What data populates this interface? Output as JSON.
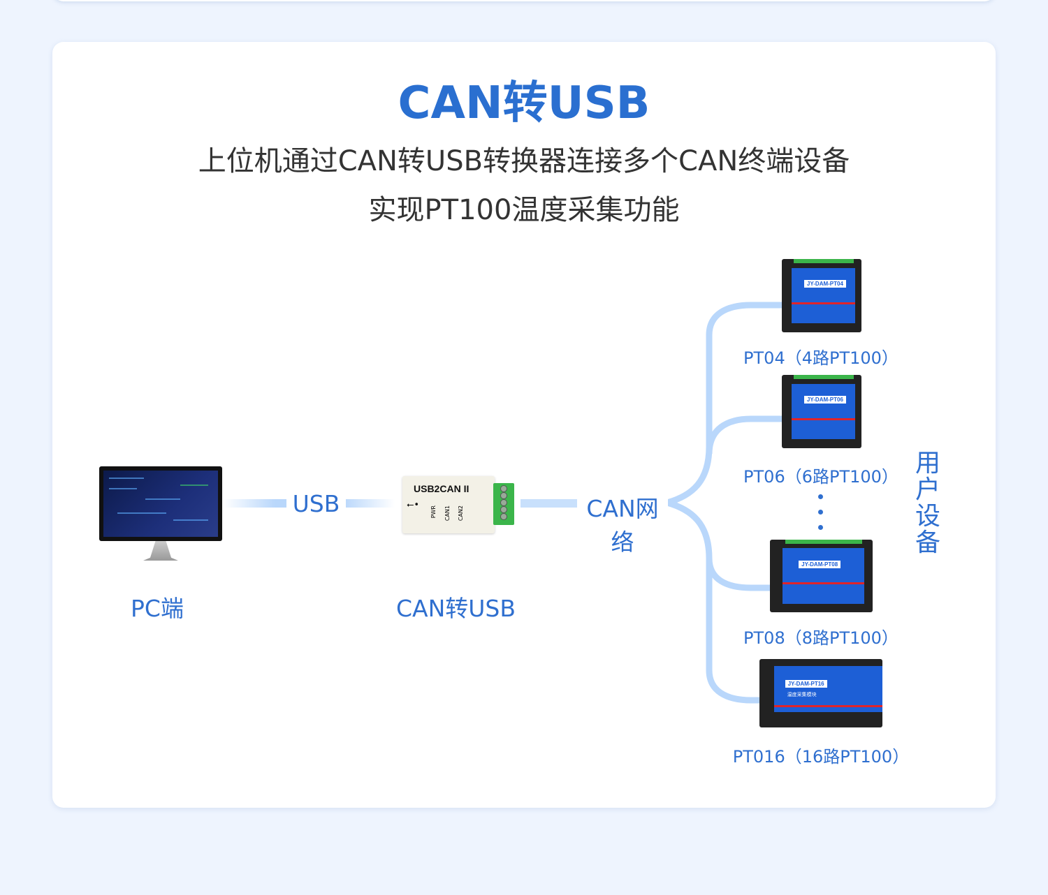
{
  "title": "CAN转USB",
  "subtitle_line1": "上位机通过CAN转USB转换器连接多个CAN终端设备",
  "subtitle_line2": "实现PT100温度采集功能",
  "pc": {
    "label": "PC端"
  },
  "link_usb": "USB",
  "converter": {
    "label": "CAN转USB",
    "device_name": "USB2CAN II",
    "leds": [
      "PWR",
      "CAN1",
      "CAN2"
    ]
  },
  "link_can": "CAN网络",
  "group_label": "用户设备",
  "devices": [
    {
      "model": "JY-DAM-PT04",
      "label": "PT04（4路PT100）"
    },
    {
      "model": "JY-DAM-PT06",
      "label": "PT06（6路PT100）"
    },
    {
      "model": "JY-DAM-PT08",
      "label": "PT08（8路PT100）"
    },
    {
      "model": "JY-DAM-PT16",
      "sub": "温度采集模块",
      "label": "PT016（16路PT100）"
    }
  ],
  "colors": {
    "accent": "#2f6fcf",
    "title": "#2a6fd0",
    "line": "#b9d7fb",
    "background": "#eef4fe"
  }
}
